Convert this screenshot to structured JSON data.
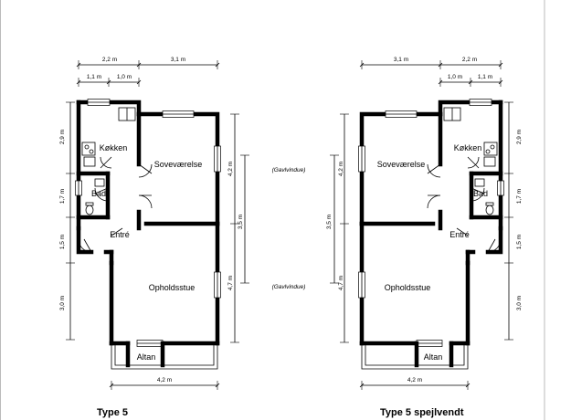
{
  "plans": [
    {
      "title": "Type 5",
      "rooms": {
        "kitchen": "Køkken",
        "bedroom": "Soveværelse",
        "bath": "Bad",
        "entry": "Entré",
        "living": "Opholdsstue",
        "balcony": "Altan"
      },
      "dims": {
        "top_left": "2,2 m",
        "top_right": "3,1 m",
        "top_sub_a": "1,1 m",
        "top_sub_b": "1,0 m",
        "left_1": "2,9 m",
        "left_2": "1,7 m",
        "left_3": "1,5 m",
        "left_4": "3,0 m",
        "right_1": "4,2 m",
        "right_2": "3,5 m",
        "right_3": "4,7 m",
        "bottom": "4,2 m"
      }
    },
    {
      "title": "Type 5 spejlvendt",
      "rooms": {
        "kitchen": "Køkken",
        "bedroom": "Soveværelse",
        "bath": "Bad",
        "entry": "Entré",
        "living": "Opholdsstue",
        "balcony": "Altan"
      },
      "dims": {
        "top_left": "3,1 m",
        "top_right": "2,2 m",
        "top_sub_a": "1,0 m",
        "top_sub_b": "1,1 m",
        "right_1": "2,9 m",
        "right_2": "1,7 m",
        "right_3": "1,5 m",
        "right_4": "3,0 m",
        "left_1": "4,2 m",
        "left_2": "3,5 m",
        "left_3": "4,7 m",
        "bottom": "4,2 m"
      }
    }
  ],
  "notes": {
    "gable_top": "(Gavlvindue)",
    "gable_bottom": "(Gavlvindue)"
  }
}
